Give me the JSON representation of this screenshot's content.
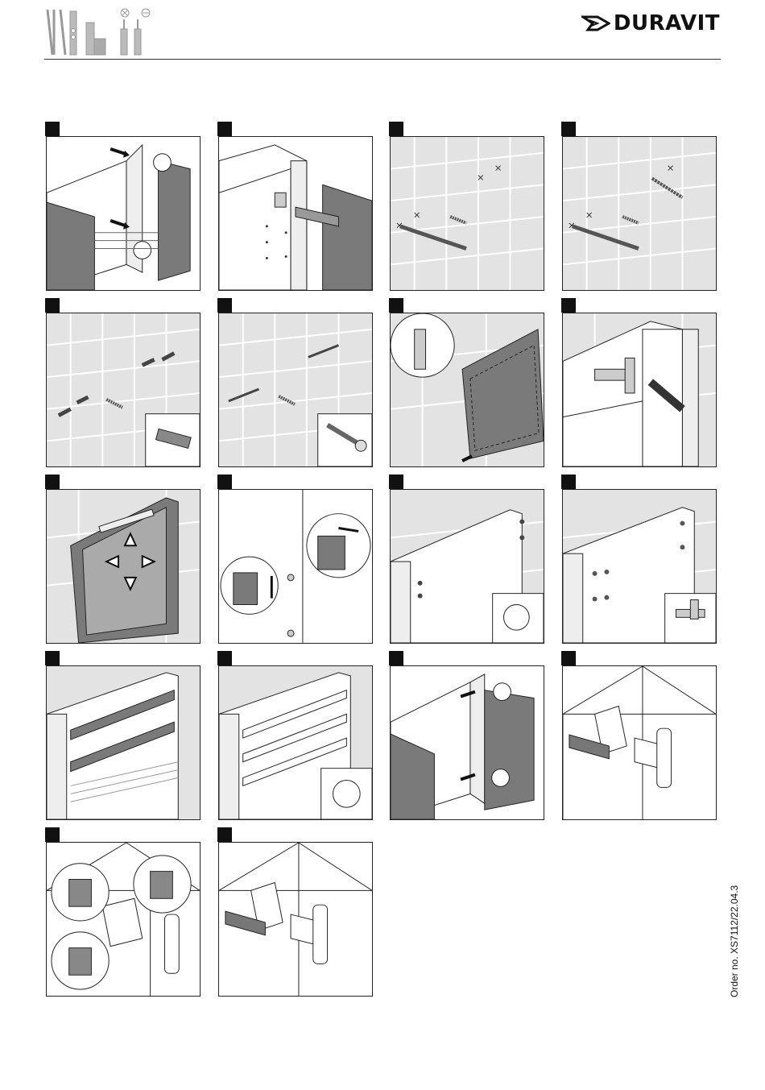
{
  "brand": {
    "name": "DURAVIT"
  },
  "footer": {
    "order_number": "Order no. XS7112/22.04.3"
  },
  "tool_icons": [
    "spirit-level-icon",
    "pencil-icon",
    "drill-icon",
    "screwdriver-cross-icon",
    "screwdriver-flat-icon"
  ],
  "colors": {
    "panel_tile": "#e3e3e3",
    "door_grey": "#7a7a7a",
    "line": "#222222"
  },
  "steps": [
    {
      "id": 1,
      "scene": "remove-doors"
    },
    {
      "id": 2,
      "scene": "hinge-detail"
    },
    {
      "id": 3,
      "scene": "mark-wall"
    },
    {
      "id": 4,
      "scene": "drill-wall"
    },
    {
      "id": 5,
      "scene": "insert-dowels"
    },
    {
      "id": 6,
      "scene": "insert-screws"
    },
    {
      "id": 7,
      "scene": "hang-cabinet"
    },
    {
      "id": 8,
      "scene": "adjust-hanger"
    },
    {
      "id": 9,
      "scene": "align-cabinet"
    },
    {
      "id": 10,
      "scene": "adjust-spacers"
    },
    {
      "id": 11,
      "scene": "insert-caps"
    },
    {
      "id": 12,
      "scene": "insert-shelf-supports"
    },
    {
      "id": 13,
      "scene": "insert-shelves"
    },
    {
      "id": 14,
      "scene": "shelf-supports-detail"
    },
    {
      "id": 15,
      "scene": "attach-doors"
    },
    {
      "id": 16,
      "scene": "hinge-cover"
    },
    {
      "id": 17,
      "scene": "hinge-adjust"
    },
    {
      "id": 18,
      "scene": "hinge-cover-attach"
    }
  ]
}
